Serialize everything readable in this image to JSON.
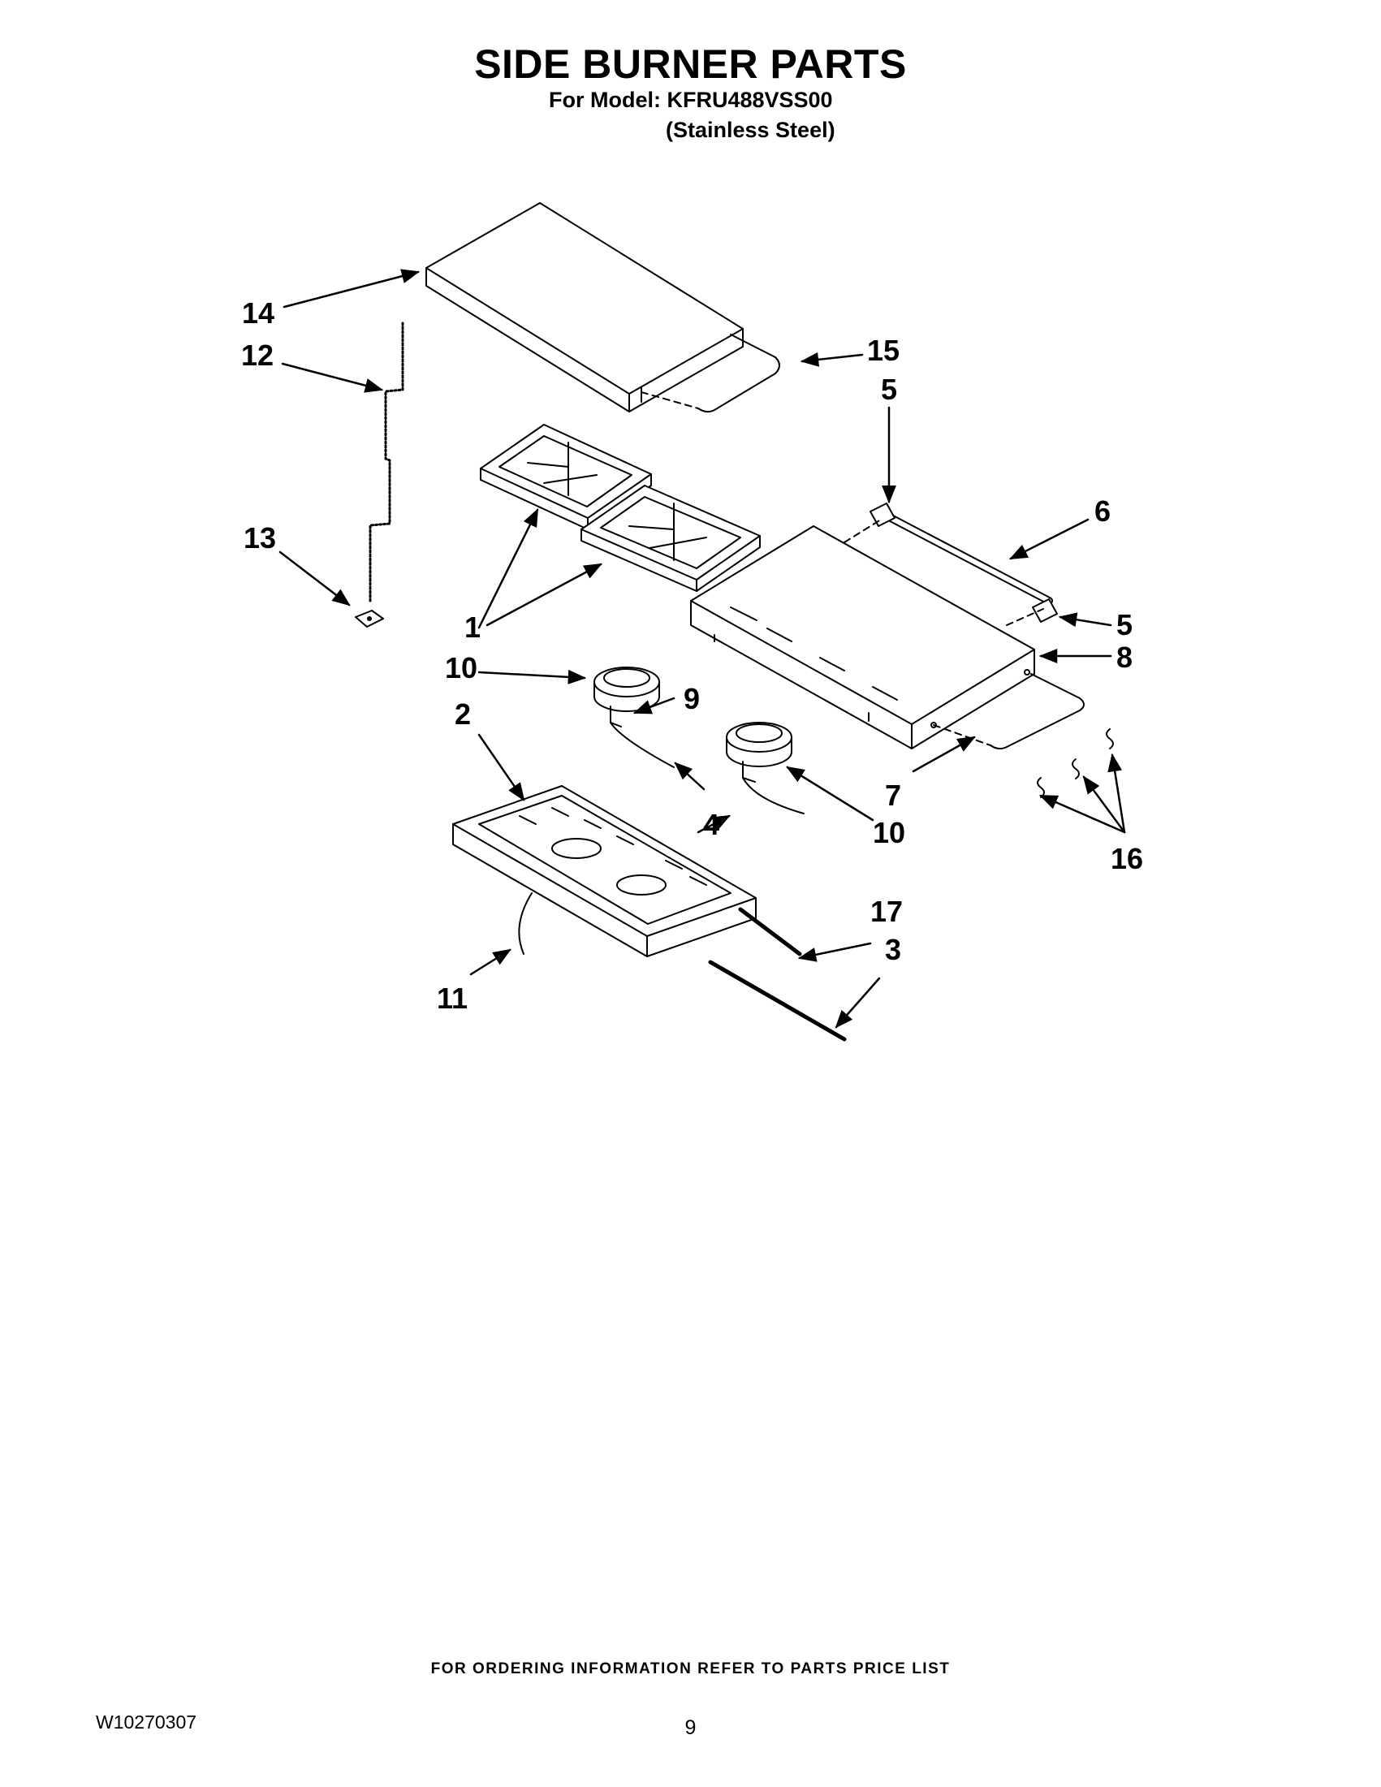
{
  "header": {
    "title": "SIDE BURNER PARTS",
    "model_line": "For Model: KFRU488VSS00",
    "finish_line": "(Stainless Steel)"
  },
  "callouts": {
    "c1": "1",
    "c2": "2",
    "c3": "3",
    "c4": "4",
    "c5a": "5",
    "c5b": "5",
    "c6": "6",
    "c7": "7",
    "c8": "8",
    "c9": "9",
    "c10a": "10",
    "c10b": "10",
    "c11": "11",
    "c12": "12",
    "c13": "13",
    "c14": "14",
    "c15": "15",
    "c16": "16",
    "c17": "17"
  },
  "footer": {
    "ordering_note": "FOR ORDERING INFORMATION REFER TO PARTS PRICE LIST",
    "doc_number": "W10270307",
    "page_number": "9"
  }
}
